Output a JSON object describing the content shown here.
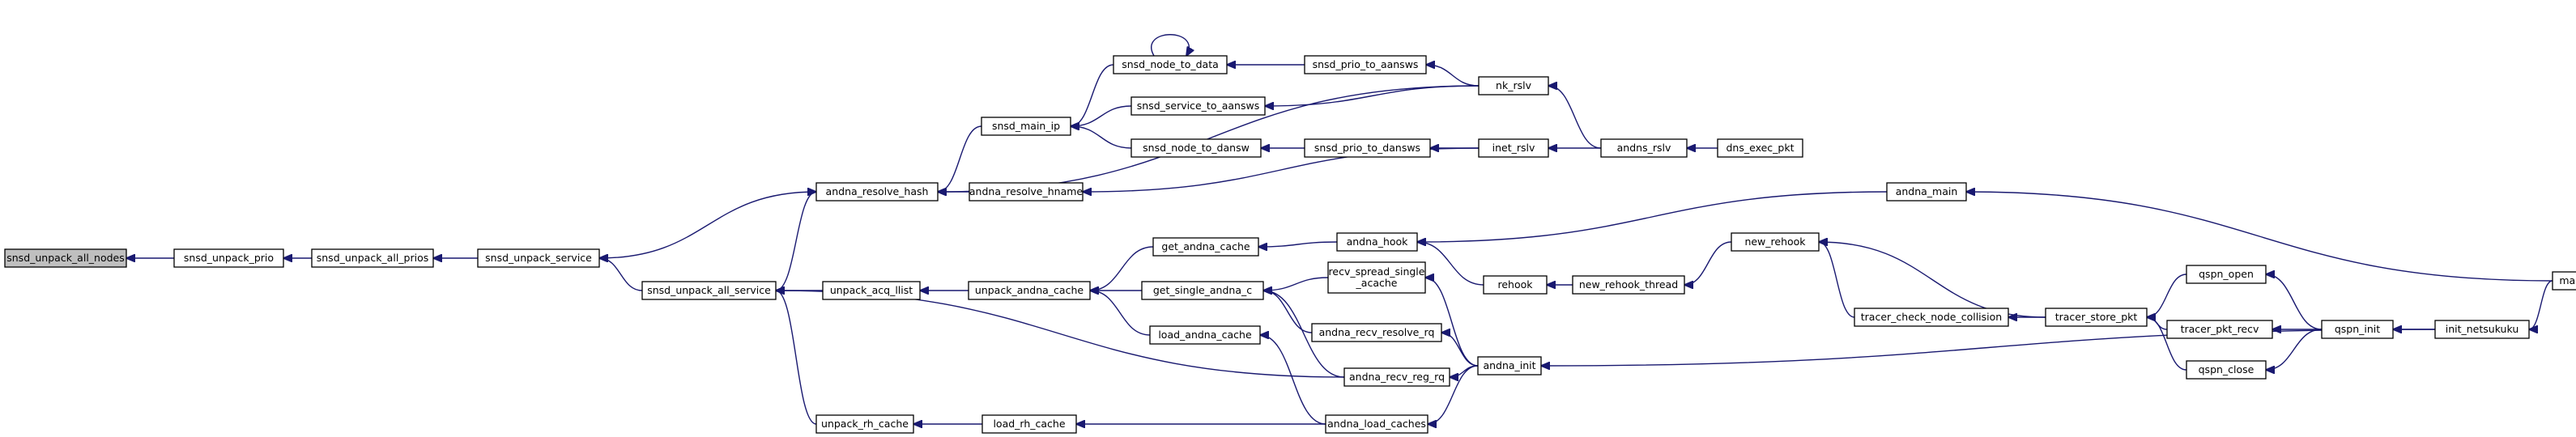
{
  "colors": {
    "edge": "#191970",
    "root_fill": "#bfbfbf",
    "node_fill": "#ffffff",
    "node_stroke": "#000000"
  },
  "nodes": [
    {
      "id": "snsd_unpack_all_nodes",
      "label": "snsd_unpack_all_nodes"
    },
    {
      "id": "snsd_unpack_prio",
      "label": "snsd_unpack_prio"
    },
    {
      "id": "snsd_unpack_all_prios",
      "label": "snsd_unpack_all_prios"
    },
    {
      "id": "snsd_unpack_service",
      "label": "snsd_unpack_service"
    },
    {
      "id": "andna_resolve_hash",
      "label": "andna_resolve_hash"
    },
    {
      "id": "snsd_unpack_all_service",
      "label": "snsd_unpack_all_service"
    },
    {
      "id": "snsd_main_ip",
      "label": "snsd_main_ip"
    },
    {
      "id": "andna_resolve_hname",
      "label": "andna_resolve_hname"
    },
    {
      "id": "snsd_node_to_data",
      "label": "snsd_node_to_data"
    },
    {
      "id": "snsd_service_to_aansws",
      "label": "snsd_service_to_aansws"
    },
    {
      "id": "snsd_node_to_dansw",
      "label": "snsd_node_to_dansw"
    },
    {
      "id": "snsd_prio_to_aansws",
      "label": "snsd_prio_to_aansws"
    },
    {
      "id": "snsd_prio_to_dansws",
      "label": "snsd_prio_to_dansws"
    },
    {
      "id": "nk_rslv",
      "label": "nk_rslv"
    },
    {
      "id": "inet_rslv",
      "label": "inet_rslv"
    },
    {
      "id": "andns_rslv",
      "label": "andns_rslv"
    },
    {
      "id": "dns_exec_pkt",
      "label": "dns_exec_pkt"
    },
    {
      "id": "unpack_acq_llist",
      "label": "unpack_acq_llist"
    },
    {
      "id": "unpack_rh_cache",
      "label": "unpack_rh_cache"
    },
    {
      "id": "unpack_andna_cache",
      "label": "unpack_andna_cache"
    },
    {
      "id": "load_rh_cache",
      "label": "load_rh_cache"
    },
    {
      "id": "get_andna_cache",
      "label": "get_andna_cache"
    },
    {
      "id": "get_single_andna_c",
      "label": "get_single_andna_c"
    },
    {
      "id": "load_andna_cache",
      "label": "load_andna_cache"
    },
    {
      "id": "andna_hook",
      "label": "andna_hook"
    },
    {
      "id": "recv_spread_single_acache",
      "label": "recv_spread_single\n_acache"
    },
    {
      "id": "andna_recv_resolve_rq",
      "label": "andna_recv_resolve_rq"
    },
    {
      "id": "andna_recv_reg_rq",
      "label": "andna_recv_reg_rq"
    },
    {
      "id": "andna_load_caches",
      "label": "andna_load_caches"
    },
    {
      "id": "andna_init",
      "label": "andna_init"
    },
    {
      "id": "rehook",
      "label": "rehook"
    },
    {
      "id": "new_rehook_thread",
      "label": "new_rehook_thread"
    },
    {
      "id": "new_rehook",
      "label": "new_rehook"
    },
    {
      "id": "andna_main",
      "label": "andna_main"
    },
    {
      "id": "tracer_check_node_collision",
      "label": "tracer_check_node_collision"
    },
    {
      "id": "tracer_store_pkt",
      "label": "tracer_store_pkt"
    },
    {
      "id": "qspn_open",
      "label": "qspn_open"
    },
    {
      "id": "tracer_pkt_recv",
      "label": "tracer_pkt_recv"
    },
    {
      "id": "qspn_close",
      "label": "qspn_close"
    },
    {
      "id": "qspn_init",
      "label": "qspn_init"
    },
    {
      "id": "init_netsukuku",
      "label": "init_netsukuku"
    },
    {
      "id": "main",
      "label": "main"
    }
  ],
  "edges": [
    [
      "snsd_unpack_prio",
      "snsd_unpack_all_nodes"
    ],
    [
      "snsd_unpack_all_prios",
      "snsd_unpack_prio"
    ],
    [
      "snsd_unpack_service",
      "snsd_unpack_all_prios"
    ],
    [
      "andna_resolve_hash",
      "snsd_unpack_service"
    ],
    [
      "snsd_unpack_all_service",
      "snsd_unpack_service"
    ],
    [
      "snsd_main_ip",
      "andna_resolve_hash"
    ],
    [
      "andna_resolve_hname",
      "andna_resolve_hash"
    ],
    [
      "nk_rslv",
      "andna_resolve_hash"
    ],
    [
      "unpack_acq_llist",
      "snsd_unpack_all_service"
    ],
    [
      "unpack_rh_cache",
      "snsd_unpack_all_service"
    ],
    [
      "andna_recv_reg_rq",
      "snsd_unpack_all_service"
    ],
    [
      "snsd_unpack_all_service",
      "andna_resolve_hash"
    ],
    [
      "snsd_node_to_data",
      "snsd_main_ip"
    ],
    [
      "snsd_service_to_aansws",
      "snsd_main_ip"
    ],
    [
      "snsd_node_to_dansw",
      "snsd_main_ip"
    ],
    [
      "snsd_node_to_data",
      "snsd_node_to_data"
    ],
    [
      "snsd_prio_to_aansws",
      "snsd_node_to_data"
    ],
    [
      "nk_rslv",
      "snsd_service_to_aansws"
    ],
    [
      "snsd_prio_to_dansws",
      "snsd_node_to_dansw"
    ],
    [
      "nk_rslv",
      "snsd_prio_to_aansws"
    ],
    [
      "inet_rslv",
      "snsd_prio_to_dansws"
    ],
    [
      "inet_rslv",
      "andna_resolve_hname"
    ],
    [
      "andns_rslv",
      "nk_rslv"
    ],
    [
      "andns_rslv",
      "inet_rslv"
    ],
    [
      "dns_exec_pkt",
      "andns_rslv"
    ],
    [
      "unpack_andna_cache",
      "unpack_acq_llist"
    ],
    [
      "load_rh_cache",
      "unpack_rh_cache"
    ],
    [
      "get_andna_cache",
      "unpack_andna_cache"
    ],
    [
      "get_single_andna_c",
      "unpack_andna_cache"
    ],
    [
      "load_andna_cache",
      "unpack_andna_cache"
    ],
    [
      "andna_load_caches",
      "load_rh_cache"
    ],
    [
      "andna_hook",
      "get_andna_cache"
    ],
    [
      "recv_spread_single_acache",
      "get_single_andna_c"
    ],
    [
      "andna_recv_resolve_rq",
      "get_single_andna_c"
    ],
    [
      "andna_recv_reg_rq",
      "get_single_andna_c"
    ],
    [
      "andna_load_caches",
      "load_andna_cache"
    ],
    [
      "andna_main",
      "andna_hook"
    ],
    [
      "rehook",
      "andna_hook"
    ],
    [
      "andna_init",
      "recv_spread_single_acache"
    ],
    [
      "andna_init",
      "andna_recv_resolve_rq"
    ],
    [
      "andna_init",
      "andna_recv_reg_rq"
    ],
    [
      "andna_init",
      "andna_load_caches"
    ],
    [
      "new_rehook_thread",
      "rehook"
    ],
    [
      "new_rehook",
      "new_rehook_thread"
    ],
    [
      "tracer_check_node_collision",
      "new_rehook"
    ],
    [
      "tracer_store_pkt",
      "new_rehook"
    ],
    [
      "tracer_store_pkt",
      "tracer_check_node_collision"
    ],
    [
      "qspn_open",
      "tracer_store_pkt"
    ],
    [
      "tracer_pkt_recv",
      "tracer_store_pkt"
    ],
    [
      "qspn_close",
      "tracer_store_pkt"
    ],
    [
      "qspn_init",
      "qspn_open"
    ],
    [
      "qspn_init",
      "tracer_pkt_recv"
    ],
    [
      "qspn_init",
      "qspn_close"
    ],
    [
      "init_netsukuku",
      "qspn_init"
    ],
    [
      "init_netsukuku",
      "andna_init"
    ],
    [
      "main",
      "andna_main"
    ],
    [
      "main",
      "init_netsukuku"
    ]
  ]
}
